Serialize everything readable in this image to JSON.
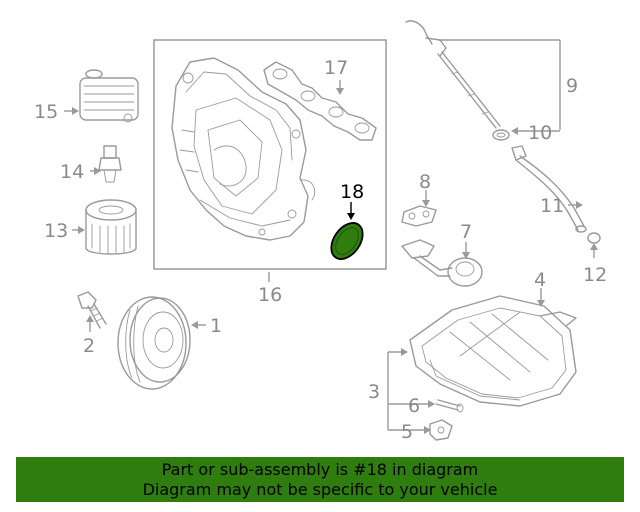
{
  "callouts": {
    "c1": "1",
    "c2": "2",
    "c3": "3",
    "c4": "4",
    "c5": "5",
    "c6": "6",
    "c7": "7",
    "c8": "8",
    "c9": "9",
    "c10": "10",
    "c11": "11",
    "c12": "12",
    "c13": "13",
    "c14": "14",
    "c15": "15",
    "c16": "16",
    "c17": "17",
    "c18": "18"
  },
  "highlight": {
    "part": "18",
    "color": "#2e7d0e"
  },
  "banner": {
    "line1": "Part or sub-assembly is #18 in diagram",
    "line2": "Diagram may not be specific to your vehicle",
    "background": "#2e7d0e"
  }
}
